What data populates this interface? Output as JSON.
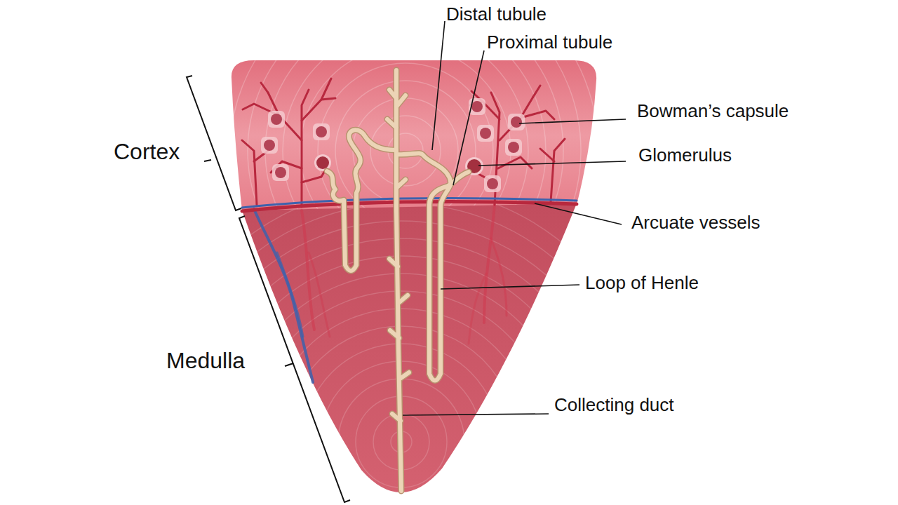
{
  "diagram": {
    "labels": [
      "Distal tubule",
      "Proximal tubule",
      "Bowman’s capsule",
      "Cortex",
      "Glomerulus",
      "Arcuate vessels",
      "Loop of Henle",
      "Medulla",
      "Collecting duct"
    ]
  }
}
